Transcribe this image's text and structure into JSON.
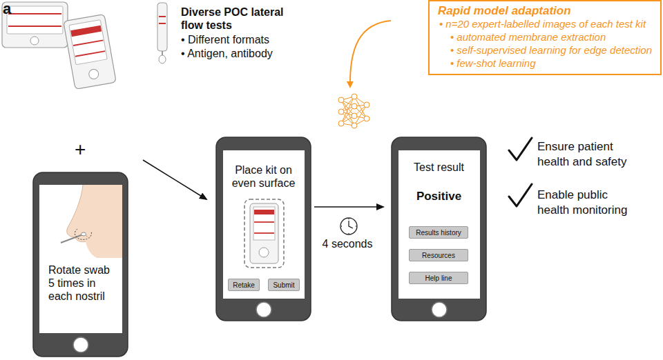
{
  "diagram": {
    "nodes": [
      {
        "text": [
          "Rapid model adaptation",
          "• n=20 expert-labelled images of each test kit",
          "• automated membrane extraction",
          "• self-supervised learning for edge detection",
          "• few-shot learning"
        ]
      },
      {
        "text": [
          "Rotate swab 5 times in each nostril"
        ]
      },
      {
        "text": [
          "Place kit on even surface"
        ]
      },
      {
        "text": [
          "Retake"
        ],
        "in": 2
      },
      {
        "text": [
          "Submit"
        ],
        "in": 2
      },
      {
        "text": [
          "Test result",
          "Positive"
        ]
      },
      {
        "text": [
          "Results history"
        ],
        "in": 5
      },
      {
        "text": [
          "Resources"
        ],
        "in": 5
      },
      {
        "text": [
          "Help line"
        ],
        "in": 5
      }
    ],
    "edges": [
      {
        "from": 1,
        "to": 2,
        "arrow": "to"
      },
      {
        "from": 2,
        "to": 5,
        "arrow": "to",
        "label": "4 seconds"
      }
    ],
    "labels": [
      "a",
      "Diverse POC lateral flow tests",
      "• Different formats",
      "• Antigen, antibody",
      "+",
      "Ensure patient health and safety",
      "Enable public health monitoring"
    ]
  }
}
